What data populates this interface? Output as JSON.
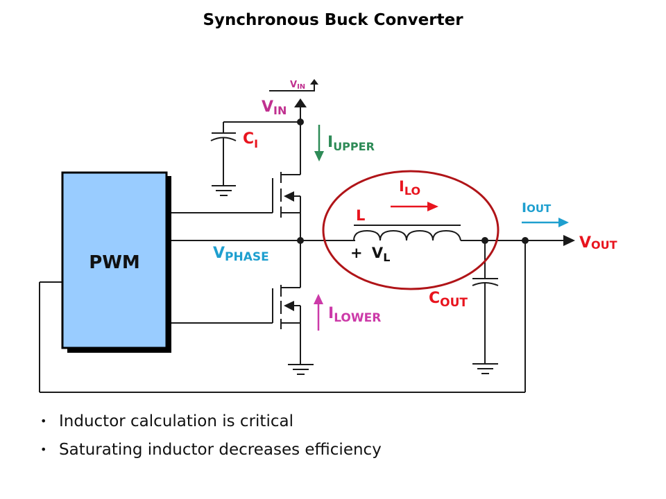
{
  "slide": {
    "title": "Synchronous Buck Converter",
    "bullets": [
      "Inductor calculation is critical",
      "Saturating inductor decreases efficiency"
    ]
  },
  "diagram": {
    "pwm_block": "PWM",
    "labels": {
      "vin_small": {
        "main": "V",
        "sub": "IN"
      },
      "vin": {
        "main": "V",
        "sub": "IN"
      },
      "ci": {
        "main": "C",
        "sub": "I"
      },
      "iupper": {
        "main": "I",
        "sub": "UPPER"
      },
      "ilo": {
        "main": "I",
        "sub": "LO"
      },
      "l": "L",
      "vl": {
        "prefix": "+ ",
        "main": "V",
        "sub": "L"
      },
      "iout": {
        "main": "I",
        "sub": "OUT"
      },
      "vout": {
        "main": "V",
        "sub": "OUT"
      },
      "vphase": {
        "main": "V",
        "sub": "PHASE"
      },
      "cout": {
        "main": "C",
        "sub": "OUT"
      },
      "ilower": {
        "main": "I",
        "sub": "LOWER"
      }
    },
    "colors": {
      "magenta": "#c0308f",
      "red": "#e8141e",
      "green": "#2e8b57",
      "cyan": "#1e9fcf",
      "pink": "#cc3aa8",
      "highlight_ring": "#b01418",
      "pwm_fill": "#99ccff",
      "wire": "#1a1a1a"
    }
  }
}
